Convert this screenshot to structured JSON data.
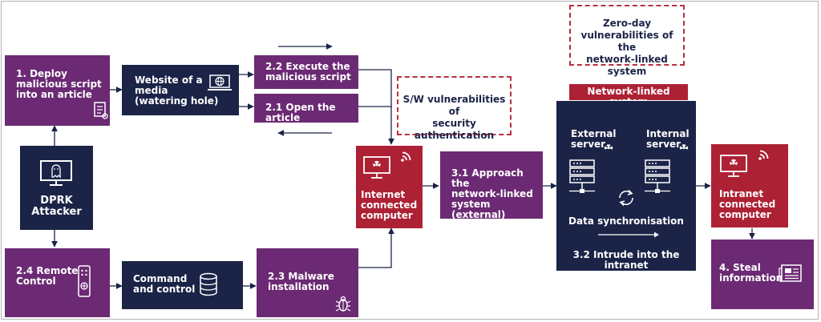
{
  "nodes": {
    "deploy": "1. Deploy\nmalicious script\ninto an article",
    "website": "Website of a\nmedia\n(watering hole)",
    "execute": "2.2 Execute the\nmalicious script",
    "open_article": "2.1 Open the article",
    "attacker": "DPRK\nAttacker",
    "remote_control": "2.4 Remote\nControl",
    "command_control": "Command\nand control",
    "malware": "2.3 Malware\ninstallation",
    "internet_computer": "Internet\nconnected\ncomputer",
    "approach": "3.1 Approach the\nnetwork-linked\nsystem (external)",
    "network_system_title": "Network-linked system",
    "external_server": "External\nserver",
    "internal_server": "Internal\nserver",
    "data_sync": "Data synchronisation",
    "intrude": "3.2 Intrude into the intranet",
    "intranet_computer": "Intranet\nconnected\ncomputer",
    "steal": "4. Steal\ninformation"
  },
  "callouts": {
    "zero_day": "Zero-day\nvulnerabilities of the\nnetwork-linked system",
    "sw_vuln": "S/W vulnerabilities of\nsecurity authentication"
  },
  "icons": [
    "scroll-icon",
    "laptop-globe-icon",
    "monitor-ghost-icon",
    "remote-icon",
    "database-icon",
    "bug-icon",
    "monitor-hazard-icon",
    "wifi-icon",
    "server-icon",
    "hazard-icon",
    "sync-icon",
    "newspaper-icon"
  ],
  "colors": {
    "purple": "#6b2a73",
    "navy": "#1b2447",
    "red": "#ad2134",
    "arrow": "#1b2447",
    "dashed": "#b8303e"
  }
}
